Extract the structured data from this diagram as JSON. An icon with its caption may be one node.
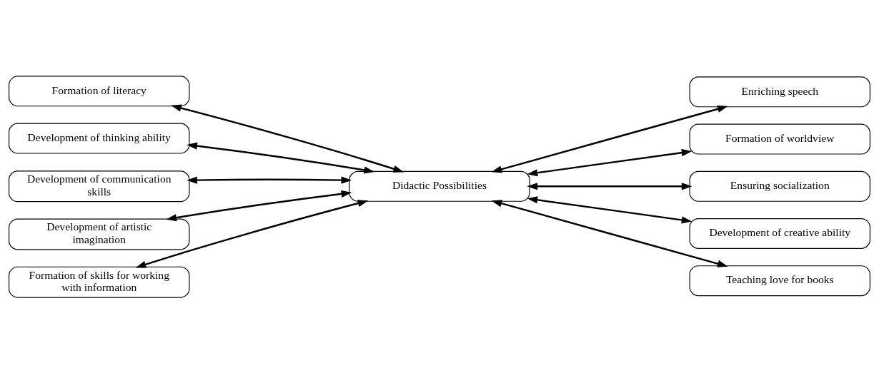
{
  "diagram": {
    "nodes": [
      {
        "text": [
          "Didactic Possibilities"
        ]
      },
      {
        "text": [
          "Formation of literacy"
        ]
      },
      {
        "text": [
          "Enriching speech"
        ]
      },
      {
        "text": [
          "Development of thinking ability"
        ]
      },
      {
        "text": [
          "Formation of worldview"
        ]
      },
      {
        "text": [
          "Development of communication skills"
        ]
      },
      {
        "text": [
          "Ensuring socialization"
        ]
      },
      {
        "text": [
          "Development of artistic imagination"
        ]
      },
      {
        "text": [
          "Development of creative ability"
        ]
      },
      {
        "text": [
          "Formation of skills for working with information"
        ]
      },
      {
        "text": [
          "Teaching love for books"
        ]
      }
    ],
    "edges": [
      {
        "from": 0,
        "to": 1,
        "arrow": "both"
      },
      {
        "from": 0,
        "to": 2,
        "arrow": "both"
      },
      {
        "from": 0,
        "to": 3,
        "arrow": "both"
      },
      {
        "from": 0,
        "to": 4,
        "arrow": "both"
      },
      {
        "from": 0,
        "to": 5,
        "arrow": "both"
      },
      {
        "from": 0,
        "to": 6,
        "arrow": "both"
      },
      {
        "from": 0,
        "to": 7,
        "arrow": "both"
      },
      {
        "from": 0,
        "to": 8,
        "arrow": "both"
      },
      {
        "from": 0,
        "to": 9,
        "arrow": "both"
      },
      {
        "from": 0,
        "to": 10,
        "arrow": "both"
      }
    ]
  }
}
